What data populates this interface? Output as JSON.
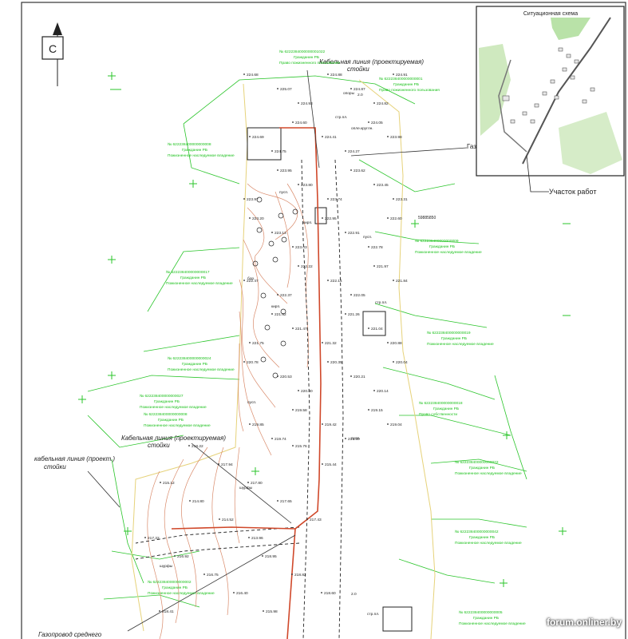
{
  "colors": {
    "frame": "#333333",
    "parcel": "#19c019",
    "contour": "#d98a6a",
    "pipe": "#d0482a",
    "boundary": "#e6d27a",
    "black": "#222222"
  },
  "north": {
    "letter": "С"
  },
  "inset": {
    "title": "Ситуационная схема",
    "work_area_label": "Участок работ"
  },
  "labels": {
    "cable_top_1": "Кабельная линия (проектируемая)",
    "cable_top_2": "стойки",
    "cable_mid_1": "Кабельная линия (проектируемая)",
    "cable_mid_2": "стойки",
    "cable_left_1": "кабельная линия (проект.)",
    "cable_left_2": "стойки",
    "gas": "Газопровод",
    "gas_bottom": "Газопровод среднего"
  },
  "parcels": [
    {
      "id": "№ 6222384000000001022",
      "owner": "Гражданин РБ",
      "use": "Право пожизненного пользования"
    },
    {
      "id": "№ 622238400000000001",
      "owner": "Гражданин РБ",
      "use": "Право пожизненного пользования"
    },
    {
      "id": "№ 622238400000000008",
      "owner": "Гражданин РБ",
      "use": "Пожизненное наследуемое владение"
    },
    {
      "id": "№ 622238400000000009",
      "owner": "Гражданин РБ",
      "use": "Пожизненное наследуемое владение"
    },
    {
      "id": "№ 622238400000000017",
      "owner": "Гражданин РБ",
      "use": "Пожизненное наследуемое владение"
    },
    {
      "id": "№ 622238400000000019",
      "owner": "Гражданин РБ",
      "use": "Пожизненное наследуемое владение"
    },
    {
      "id": "№ 622238400000000024",
      "owner": "Гражданин РБ",
      "use": "Пожизненное наследуемое владение"
    },
    {
      "id": "№ 622238400000000027",
      "owner": "Гражданин РБ",
      "use": "Пожизненное наследуемое владение"
    },
    {
      "id": "№ 622238400000000018",
      "owner": "Гражданин РБ",
      "use": "Право собственности"
    },
    {
      "id": "№ 622238400000000008",
      "owner": "Гражданин РБ",
      "use": "Пожизненное наследуемое владение"
    },
    {
      "id": "№ 622238400000000022",
      "owner": "Гражданин РБ",
      "use": "Пожизненное наследуемое владение"
    },
    {
      "id": "№ 622238400000000042",
      "owner": "Гражданин РБ",
      "use": "Пожизненное наследуемое владение"
    },
    {
      "id": "№ 622238400000000002",
      "owner": "Гражданин РБ",
      "use": "Пожизненное наследуемое владение"
    },
    {
      "id": "№ 622238400000000005",
      "owner": "Гражданин РБ",
      "use": "Пожизненное наследуемое владение"
    }
  ],
  "elevations": [
    "224.68",
    "225.07",
    "224.93",
    "224.88",
    "224.87",
    "224.82",
    "224.91",
    "224.69",
    "224.75",
    "224.60",
    "224.41",
    "224.27",
    "224.05",
    "223.98",
    "223.97",
    "223.95",
    "223.80",
    "223.74",
    "223.62",
    "223.45",
    "223.31",
    "223.20",
    "223.13",
    "223.03",
    "222.95",
    "222.91",
    "222.78",
    "222.60",
    "222.47",
    "222.37",
    "222.22",
    "222.14",
    "222.05",
    "221.97",
    "221.84",
    "221.75",
    "221.62",
    "221.47",
    "221.32",
    "221.26",
    "221.04",
    "220.88",
    "220.78",
    "220.53",
    "220.40",
    "220.35",
    "220.21",
    "220.14",
    "220.04",
    "219.85",
    "219.74",
    "219.58",
    "219.42",
    "219.30",
    "219.15",
    "219.04",
    "218.95",
    "218.82",
    "218.60",
    "218.41",
    "218.22",
    "217.94",
    "217.80",
    "217.65",
    "217.43",
    "217.22",
    "216.92",
    "216.75",
    "216.40",
    "215.98",
    "215.76",
    "215.44",
    "215.12",
    "214.80",
    "214.52",
    "213.96"
  ],
  "notes": [
    "пусп.",
    "стр.пл.",
    "опоры",
    "опле.круглн.",
    "2.0",
    "кирп.",
    "бор.",
    "шурфы",
    "пусп.",
    "стр.пл.",
    "пусп.",
    "кирп.",
    "стр.пл.",
    "пусп.",
    "шурфы",
    "2.0"
  ],
  "doc_number": "59885850",
  "watermark": "forum.onliner.by"
}
